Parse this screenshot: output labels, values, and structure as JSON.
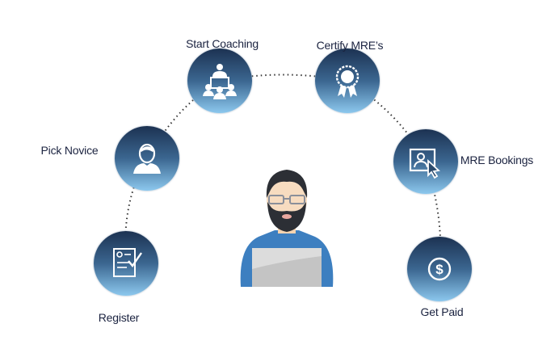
{
  "steps": [
    {
      "label": "Register",
      "icon": "form-check-icon"
    },
    {
      "label": "Pick Novice",
      "icon": "user-icon"
    },
    {
      "label": "Start Coaching",
      "icon": "presentation-icon"
    },
    {
      "label": "Certify MRE’s",
      "icon": "award-ribbon-icon"
    },
    {
      "label": "MRE Bookings",
      "icon": "screen-cursor-icon"
    },
    {
      "label": "Get Paid",
      "icon": "dollar-icon"
    }
  ],
  "colors": {
    "label": "#1b2340",
    "node_top": "#1c3252",
    "node_bottom": "#8cc8ee"
  }
}
